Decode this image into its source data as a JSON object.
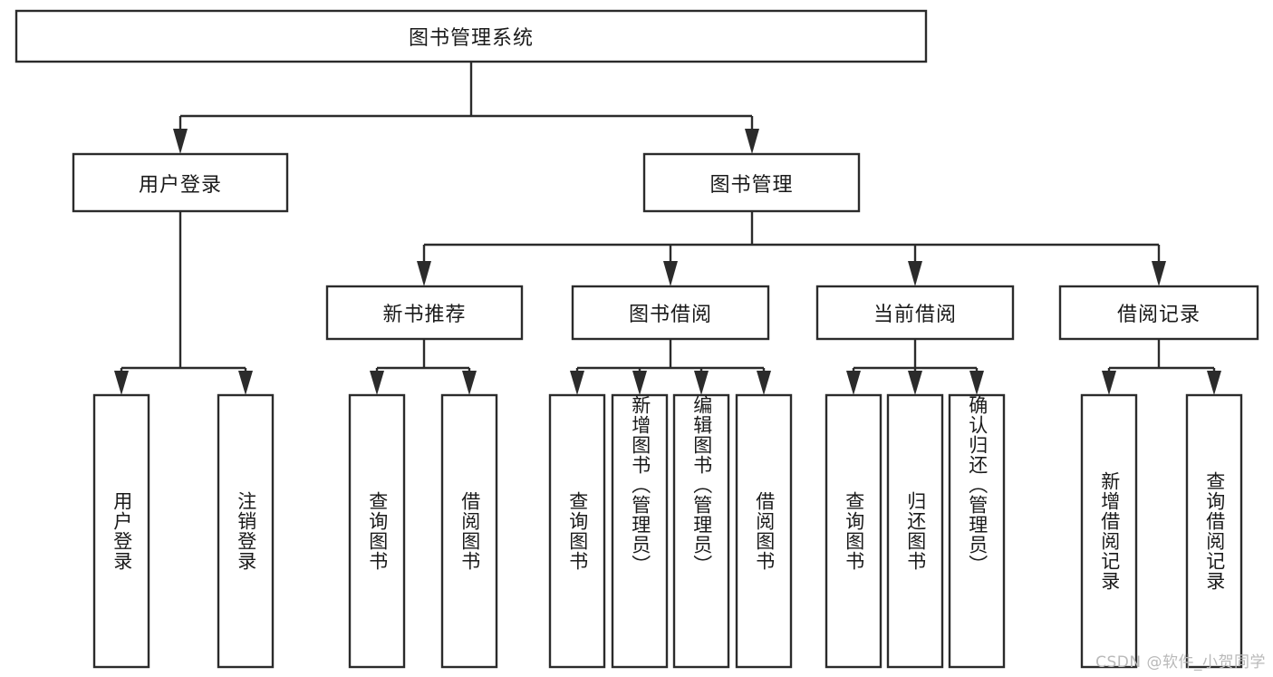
{
  "diagram": {
    "type": "hierarchy-tree",
    "title": "图书管理系统",
    "orientation": "top-down",
    "levels": 4,
    "root": {
      "id": "root",
      "label": "图书管理系统"
    },
    "level2": [
      {
        "id": "user-login",
        "label": "用户登录"
      },
      {
        "id": "book-manage",
        "label": "图书管理"
      }
    ],
    "level3": [
      {
        "id": "new-book-recommend",
        "label": "新书推荐",
        "parent": "book-manage"
      },
      {
        "id": "book-borrow",
        "label": "图书借阅",
        "parent": "book-manage"
      },
      {
        "id": "current-borrow",
        "label": "当前借阅",
        "parent": "book-manage"
      },
      {
        "id": "borrow-record",
        "label": "借阅记录",
        "parent": "book-manage"
      }
    ],
    "leaves": [
      {
        "id": "leaf-user-login",
        "label": "用户登录",
        "parent": "user-login"
      },
      {
        "id": "leaf-logout",
        "label": "注销登录",
        "parent": "user-login"
      },
      {
        "id": "leaf-query-book-1",
        "label": "查询图书",
        "parent": "new-book-recommend"
      },
      {
        "id": "leaf-borrow-book-1",
        "label": "借阅图书",
        "parent": "new-book-recommend"
      },
      {
        "id": "leaf-query-book-2",
        "label": "查询图书",
        "parent": "book-borrow"
      },
      {
        "id": "leaf-add-book",
        "label": "新增图书（管理员）",
        "parent": "book-borrow"
      },
      {
        "id": "leaf-edit-book",
        "label": "编辑图书（管理员）",
        "parent": "book-borrow"
      },
      {
        "id": "leaf-borrow-book-2",
        "label": "借阅图书",
        "parent": "book-borrow"
      },
      {
        "id": "leaf-query-book-3",
        "label": "查询图书",
        "parent": "current-borrow"
      },
      {
        "id": "leaf-return-book",
        "label": "归还图书",
        "parent": "current-borrow"
      },
      {
        "id": "leaf-confirm-return",
        "label": "确认归还（管理员）",
        "parent": "current-borrow"
      },
      {
        "id": "leaf-add-record",
        "label": "新增借阅记录",
        "parent": "borrow-record"
      },
      {
        "id": "leaf-query-record",
        "label": "查询借阅记录",
        "parent": "borrow-record"
      }
    ]
  },
  "watermark": {
    "text": "CSDN @软件_小贺同学"
  },
  "colors": {
    "stroke": "#2b2b2b",
    "fill": "#ffffff",
    "text": "#1a1a1a",
    "watermark": "#b9b9b9"
  }
}
